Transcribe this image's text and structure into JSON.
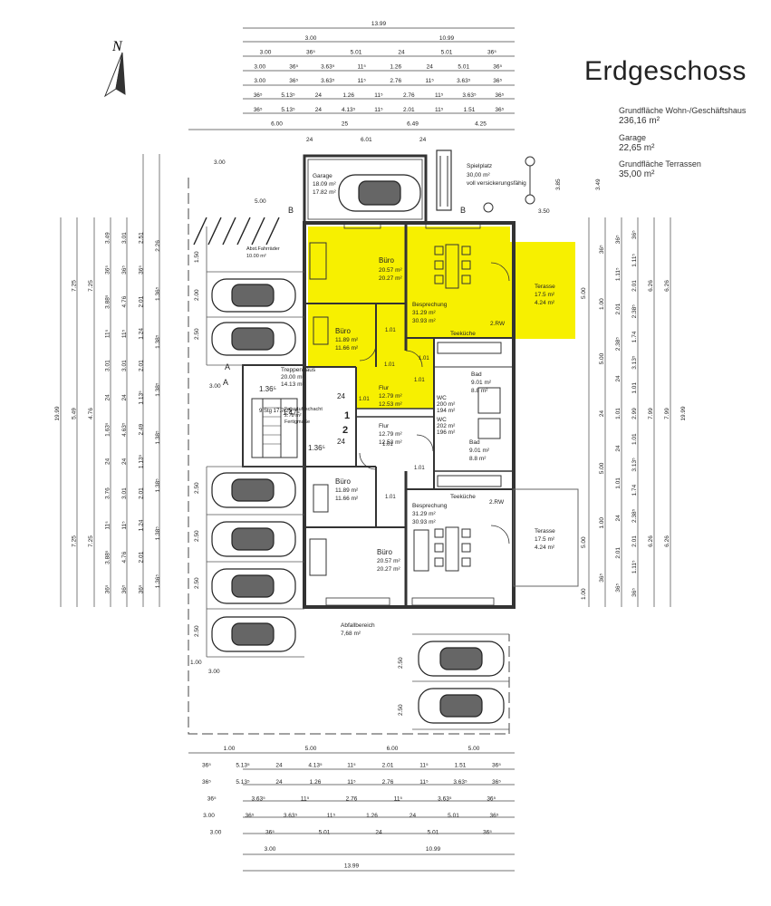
{
  "title": "Erdgeschoss",
  "areas": [
    {
      "label": "Grundfläche Wohn-/Geschäftshaus",
      "value": "236,16 m²"
    },
    {
      "label": "Garage",
      "value": "22,65 m²"
    },
    {
      "label": "Grundfläche Terrassen",
      "value": "35,00 m²"
    }
  ],
  "north_label": "N",
  "rooms": {
    "garage": {
      "name": "Garage",
      "a1": "18.09 m²",
      "a2": "17.82 m²"
    },
    "spielplatz": {
      "name": "Spielplatz",
      "a1": "30,00 m²",
      "a2": "voll versickerungsfähig"
    },
    "buero_top": {
      "name": "Büro",
      "a1": "20.57 m²",
      "a2": "20.27 m²"
    },
    "besprechung_top": {
      "name": "Besprechung",
      "a1": "31.29 m²",
      "a2": "30.93 m²"
    },
    "terrasse_top": {
      "name": "Terasse",
      "a1": "17.5 m²",
      "a2": "4.24 m²"
    },
    "buero_small_top": {
      "name": "Büro",
      "a1": "11.89 m²",
      "a2": "11.66 m²"
    },
    "teekueche_top": "Teeküche",
    "rw_top": "2.RW",
    "bad_top": {
      "name": "Bad",
      "a1": "9.01 m²",
      "a2": "8.8 m²"
    },
    "wc_top": {
      "name": "WC",
      "a1": "200 m²",
      "a2": "194 m²"
    },
    "flur_top": {
      "name": "Flur",
      "a1": "12.79 m²",
      "a2": "12.53 m²"
    },
    "treppenhaus": {
      "name": "Treppenhaus",
      "a1": "20.00 m²",
      "a2": "14.13 m²"
    },
    "fahrradraum": {
      "name": "Abst.Fahrräder",
      "a1": "10.00 m²"
    },
    "fahrstuhl": {
      "name": "Fahrstuhlschacht",
      "a1": "2.78 m²",
      "a2": "Fertigmaße"
    },
    "flur_bottom": {
      "name": "Flur",
      "a1": "12.79 m²",
      "a2": "12.53 m²"
    },
    "wc_bottom": {
      "name": "WC",
      "a1": "202 m²",
      "a2": "196 m²"
    },
    "bad_bottom": {
      "name": "Bad",
      "a1": "9.01 m²",
      "a2": "8.8 m²"
    },
    "teekueche_bottom": "Teeküche",
    "rw_bottom": "2.RW",
    "buero_small_bottom": {
      "name": "Büro",
      "a1": "11.89 m²",
      "a2": "11.66 m²"
    },
    "besprechung_bottom": {
      "name": "Besprechung",
      "a1": "31.29 m²",
      "a2": "30.93 m²"
    },
    "buero_bottom": {
      "name": "Büro",
      "a1": "20.57 m²",
      "a2": "20.27 m²"
    },
    "terrasse_bottom": {
      "name": "Terasse",
      "a1": "17.5 m²",
      "a2": "4.24 m²"
    },
    "abfall": {
      "name": "Abfallbereich",
      "a1": "7,68 m²"
    }
  },
  "door_dims": [
    "1.01",
    "1.01",
    "1.01",
    "1.01",
    "1.01",
    "1.01",
    "1.01",
    "1.01"
  ],
  "stair_dims": [
    "1.36⁵",
    "1.47⁵",
    "1.36⁵",
    "24",
    "24"
  ],
  "stair_steps": "9 Stg 17.7/25",
  "section_marks": [
    "B",
    "B",
    "A",
    "A",
    "1",
    "2"
  ],
  "top_dims": [
    [
      "13.99"
    ],
    [
      "3.00",
      "10.99"
    ],
    [
      "3.00",
      "36⁵",
      "5.01",
      "24",
      "5.01",
      "36⁵"
    ],
    [
      "3.00",
      "36⁵",
      "3.63⁵",
      "11⁵",
      "1.26",
      "24",
      "5.01",
      "36⁵"
    ],
    [
      "3.00",
      "36⁵",
      "3.63⁵",
      "11⁵",
      "2.76",
      "11⁵",
      "3.63⁵",
      "36⁵"
    ],
    [
      "36⁵",
      "5.13⁵",
      "24",
      "1.26",
      "11⁵",
      "2.76",
      "11⁵",
      "3.63⁵",
      "36⁵"
    ],
    [
      "36⁵",
      "5.13⁵",
      "24",
      "4.13⁵",
      "11⁵",
      "2.01",
      "11⁵",
      "1.51",
      "36⁵"
    ],
    [
      "6.00",
      "25",
      "6.49",
      "4.25"
    ]
  ],
  "bottom_dims": [
    [
      "1.00",
      "5.00",
      "6.00",
      "5.00"
    ],
    [
      "36⁵",
      "5.13⁵",
      "24",
      "4.13⁵",
      "11⁵",
      "2.01",
      "11⁵",
      "1.51",
      "36⁵"
    ],
    [
      "36⁵",
      "5.13⁵",
      "24",
      "1.26",
      "11⁵",
      "2.76",
      "11⁵",
      "3.63⁵",
      "36⁵"
    ],
    [
      "36⁵",
      "3.63⁵",
      "11⁵",
      "2.76",
      "11⁵",
      "3.63⁵",
      "36⁵"
    ],
    [
      "3.00",
      "36⁵",
      "3.63⁵",
      "11⁵",
      "1.26",
      "24",
      "5.01",
      "36⁵"
    ],
    [
      "3.00",
      "36⁵",
      "5.01",
      "24",
      "5.01",
      "36⁵"
    ],
    [
      "3.00",
      "10.99"
    ],
    [
      "13.99"
    ]
  ],
  "misc_dims": {
    "d_top_garage": "6.01",
    "d_24a": "24",
    "d_24b": "24",
    "d_300a": "3.00",
    "d_300b": "3.00",
    "d_300c": "3.00",
    "d_500": "5.00",
    "d_350": "3.50",
    "d_385": "3.85",
    "d_349": "3.49",
    "d_100a": "1.00",
    "d_100b": "1.00",
    "d_250_park": [
      "2.50",
      "2.50"
    ],
    "d_left_park": [
      "1.50",
      "2.00",
      "2.50",
      "2.50",
      "2.50",
      "2.50",
      "2.50",
      "2.50"
    ],
    "d_terr_top": "5.00",
    "d_terr_bot": "5.00"
  },
  "left_dims": [
    [
      "19.99"
    ],
    [
      "7.25",
      "5.49",
      "7.25"
    ],
    [
      "7.25",
      "4.76",
      "7.25"
    ],
    [
      "3.49",
      "36⁵",
      "3.88⁵",
      "11⁵",
      "3.01",
      "24",
      "1.63⁵",
      "24",
      "3.76",
      "11⁵",
      "3.88⁵",
      "36⁵"
    ],
    [
      "3.01",
      "36⁵",
      "4.76",
      "11⁵",
      "3.01",
      "24",
      "4.63⁵",
      "24",
      "3.01",
      "11⁵",
      "4.76",
      "36⁵"
    ],
    [
      "2.51",
      "36⁵",
      "2.01",
      "1.24",
      "2.01",
      "1.13⁵",
      "2.49",
      "1.13⁵",
      "2.01",
      "1.24",
      "2.01",
      "36⁵"
    ],
    [
      "2.26",
      "1.36⁵",
      "1.38⁵",
      "1.38⁵",
      "1.38⁵",
      "1.38⁵",
      "1.38⁵",
      "1.36⁵"
    ]
  ],
  "right_dims": [
    [
      "19.99"
    ],
    [
      "6.26",
      "7.99",
      "6.26"
    ],
    [
      "6.26",
      "7.99",
      "6.26"
    ],
    [
      "36⁵",
      "1.11⁵",
      "2.01",
      "2.38⁵",
      "1.74",
      "3.13⁵",
      "1.01",
      "2.99",
      "1.01",
      "3.13⁵",
      "1.74",
      "2.38⁵",
      "2.01",
      "1.11⁵",
      "36⁵"
    ],
    [
      "36⁵",
      "1.11⁵",
      "2.01",
      "2.38⁵",
      "24",
      "1.01",
      "24",
      "1.01",
      "24",
      "2.01",
      "36⁵"
    ],
    [
      "36⁵",
      "1.00",
      "5.00",
      "24",
      "5.00",
      "1.00",
      "36⁵"
    ]
  ],
  "colors": {
    "highlight": "#f7f000",
    "wall": "#333333",
    "line": "#444444"
  }
}
